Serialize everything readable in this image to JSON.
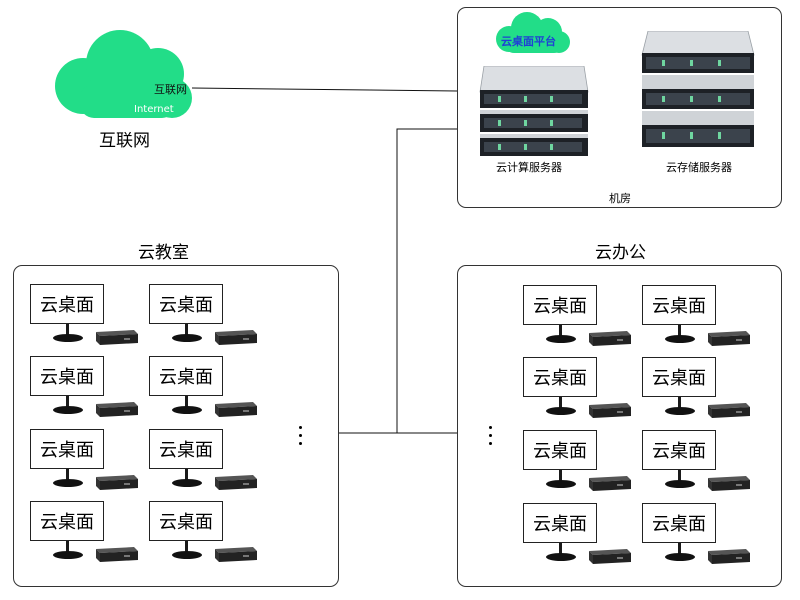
{
  "internet": {
    "cloud_label": "互联网",
    "cloud_sublabel": "Internet",
    "caption": "互联网",
    "color": "#22dd88"
  },
  "machine_room": {
    "platform_label": "云桌面平台",
    "compute_label": "云计算服务器",
    "storage_label": "云存储服务器",
    "room_label": "机房"
  },
  "classroom": {
    "title": "云教室",
    "stations": [
      "云桌面",
      "云桌面",
      "云桌面",
      "云桌面",
      "云桌面",
      "云桌面",
      "云桌面",
      "云桌面"
    ]
  },
  "office": {
    "title": "云办公",
    "stations": [
      "云桌面",
      "云桌面",
      "云桌面",
      "云桌面",
      "云桌面",
      "云桌面",
      "云桌面",
      "云桌面"
    ]
  },
  "colors": {
    "platform_text": "#1f3fd6",
    "cloud": "#22dd88",
    "border": "#333333"
  }
}
